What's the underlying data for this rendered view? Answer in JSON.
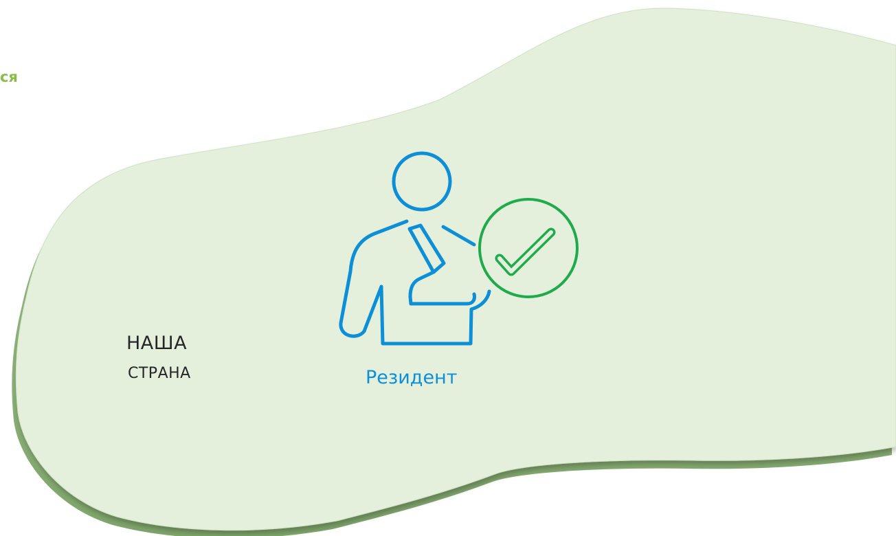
{
  "top_fragment_text": "ся",
  "country": {
    "line1": "Наша",
    "line2": "страна"
  },
  "resident_label": "Резидент",
  "icons": {
    "person": "resident-person-icon",
    "check": "check-circle-icon"
  },
  "colors": {
    "blob_fill": "#e4f0dc",
    "blob_edge": "#8fb27a",
    "top_fragment": "#8bbc4a",
    "country_text": "#262626",
    "person_icon": "#0c8fd6",
    "check_icon": "#1faa4b",
    "resident_text": "#0c8fd6"
  }
}
